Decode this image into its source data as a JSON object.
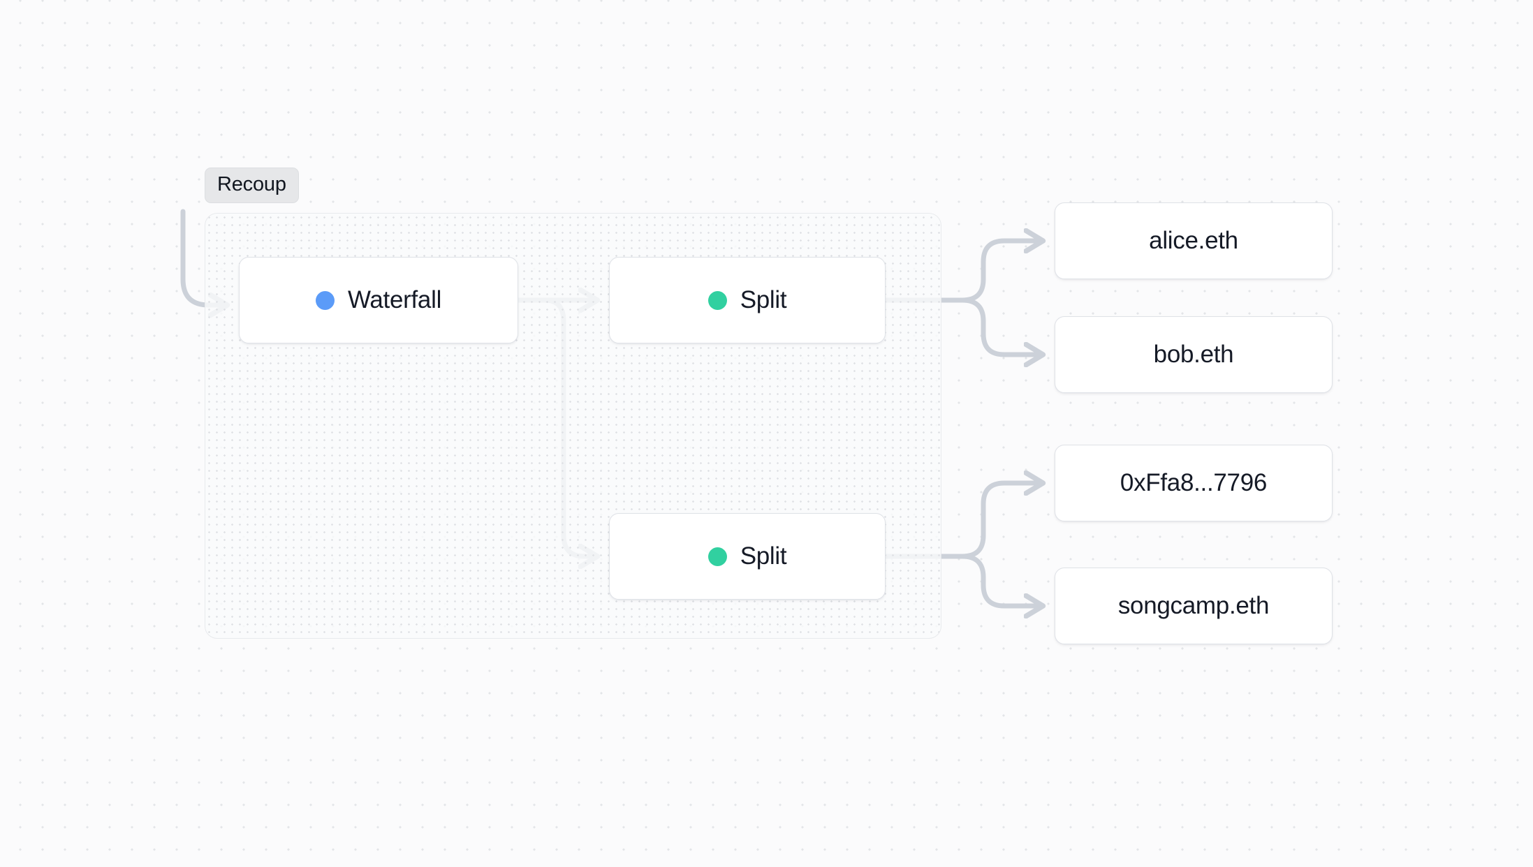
{
  "canvas": {
    "background_color": "#fbfbfc",
    "dot_color": "#e3e5e8"
  },
  "group": {
    "label": "Recoup",
    "label_bg": "#e6e7e9",
    "border_color": "#e8eaed"
  },
  "nodes": [
    {
      "id": "waterfall",
      "label": "Waterfall",
      "dot_color": "#5b9bf8",
      "dot_name": "waterfall-status-dot"
    },
    {
      "id": "split-1",
      "label": "Split",
      "dot_color": "#31d0a0",
      "dot_name": "split-status-dot"
    },
    {
      "id": "split-2",
      "label": "Split",
      "dot_color": "#31d0a0",
      "dot_name": "split-status-dot"
    }
  ],
  "recipients": [
    {
      "label": "alice.eth"
    },
    {
      "label": "bob.eth"
    },
    {
      "label": "0xFfa8...7796"
    },
    {
      "label": "songcamp.eth"
    }
  ],
  "edges": {
    "stroke_color": "#ccd1d9",
    "stroke_width": 7,
    "items": [
      {
        "from": "external-input",
        "to": "waterfall",
        "arrow": true
      },
      {
        "from": "waterfall",
        "to": "split-1",
        "arrow": true
      },
      {
        "from": "waterfall",
        "to": "split-2",
        "arrow": true
      },
      {
        "from": "split-1",
        "to": "alice.eth",
        "arrow": true
      },
      {
        "from": "split-1",
        "to": "bob.eth",
        "arrow": true
      },
      {
        "from": "split-2",
        "to": "0xFfa8...7796",
        "arrow": true
      },
      {
        "from": "split-2",
        "to": "songcamp.eth",
        "arrow": true
      }
    ]
  }
}
